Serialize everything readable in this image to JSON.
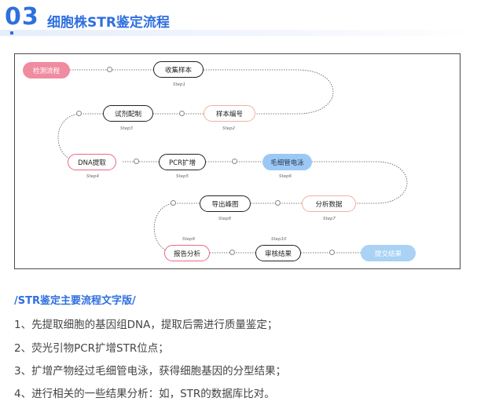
{
  "header": {
    "number": "03",
    "title": "细胞株STR鉴定流程"
  },
  "flow": {
    "nodes": [
      {
        "id": "start",
        "label": "检测流程",
        "step": ""
      },
      {
        "id": "collect",
        "label": "收集样本",
        "step": "Step1"
      },
      {
        "id": "numbering",
        "label": "样本编号",
        "step": "Step2"
      },
      {
        "id": "reagent",
        "label": "试剂配制",
        "step": "Step3"
      },
      {
        "id": "dna",
        "label": "DNA提取",
        "step": "Step4"
      },
      {
        "id": "pcr",
        "label": "PCR扩增",
        "step": "Step5"
      },
      {
        "id": "ce",
        "label": "毛细管电泳",
        "step": "Step6"
      },
      {
        "id": "analysis",
        "label": "分析数据",
        "step": "Step7"
      },
      {
        "id": "export",
        "label": "导出峰图",
        "step": "Step8"
      },
      {
        "id": "report",
        "label": "报告分析",
        "step": "Step9"
      },
      {
        "id": "review",
        "label": "审核结果",
        "step": "Step10"
      },
      {
        "id": "submit",
        "label": "提交结果",
        "step": ""
      }
    ]
  },
  "summary": {
    "subtitle": "/STR鉴定主要流程文字版/",
    "lines": [
      "1、先提取细胞的基因组DNA，提取后需进行质量鉴定；",
      "2、荧光引物PCR扩增STR位点；",
      "3、扩增产物经过毛细管电泳，获得细胞基因的分型结果；",
      "4、进行相关的一些结果分析：如，STR的数据库比对。"
    ]
  },
  "colors": {
    "accent": "#2f6fe0",
    "pink": "#f08ca0",
    "blue": "#9cc8f5"
  }
}
